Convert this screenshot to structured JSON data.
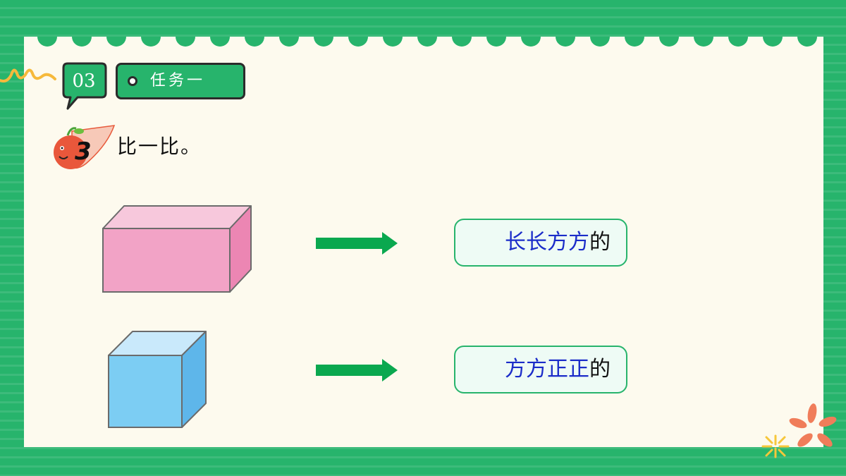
{
  "header": {
    "section_number": "03",
    "task_label": "任务一"
  },
  "exercise": {
    "number": "3",
    "instruction": "比一比。"
  },
  "rows": [
    {
      "shape": "cuboid",
      "shape_color": "#f2a3c6",
      "answer_highlight": "长长方方",
      "answer_suffix": "的"
    },
    {
      "shape": "cube",
      "shape_color": "#7ccdf3",
      "answer_highlight": "方方正正",
      "answer_suffix": "的"
    }
  ],
  "colors": {
    "frame_green": "#27b46c",
    "panel_cream": "#fdfaee",
    "arrow_green": "#0aa84f",
    "answer_blue": "#1b2cc9"
  }
}
